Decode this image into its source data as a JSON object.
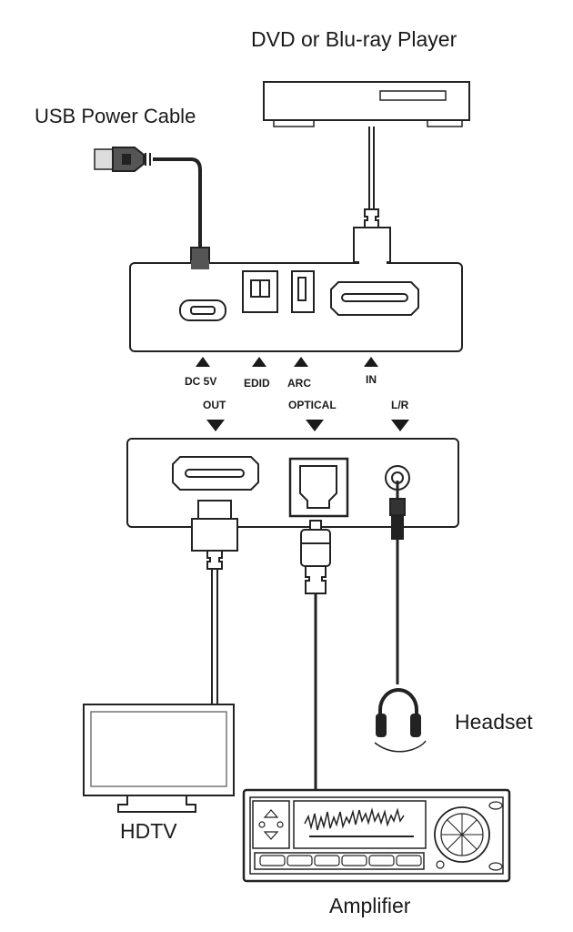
{
  "diagram": {
    "title": "HDMI Audio Extractor connection diagram",
    "devices": {
      "player": "DVD or Blu-ray Player",
      "usb_cable": "USB Power Cable",
      "hdtv": "HDTV",
      "headset": "Headset",
      "amplifier": "Amplifier"
    },
    "input_panel_ports": [
      {
        "id": "dc5v",
        "label": "DC 5V",
        "direction": "up"
      },
      {
        "id": "edid",
        "label": "EDID",
        "direction": "up"
      },
      {
        "id": "arc",
        "label": "ARC",
        "direction": "up"
      },
      {
        "id": "in",
        "label": "IN",
        "direction": "up"
      }
    ],
    "output_panel_ports": [
      {
        "id": "out",
        "label": "OUT",
        "direction": "down"
      },
      {
        "id": "optical",
        "label": "OPTICAL",
        "direction": "down"
      },
      {
        "id": "lr",
        "label": "L/R",
        "direction": "down"
      }
    ],
    "connections": [
      {
        "from": "USB Power Cable",
        "to": "DC 5V"
      },
      {
        "from": "DVD or Blu-ray Player",
        "to": "IN"
      },
      {
        "from": "OUT",
        "to": "HDTV"
      },
      {
        "from": "OPTICAL",
        "to": "Amplifier"
      },
      {
        "from": "L/R",
        "to": "Headset"
      }
    ]
  }
}
